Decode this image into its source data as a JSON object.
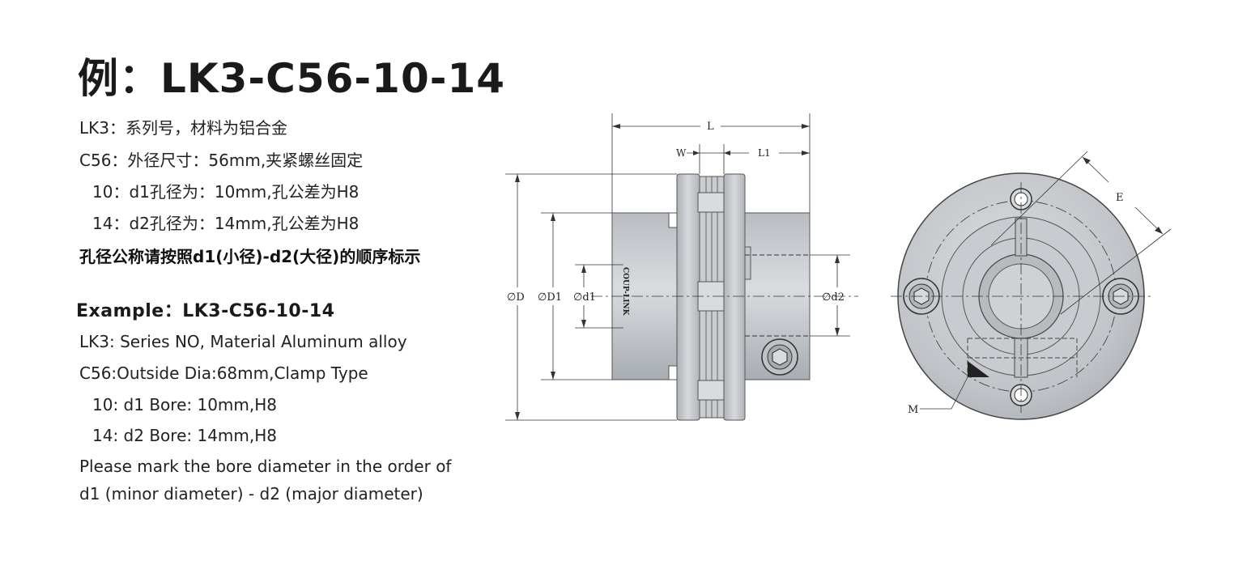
{
  "title": "例：LK3-C56-10-14",
  "cn_lines": [
    "LK3：系列号，材料为铝合金",
    "C56：外径尺寸：56mm,夹紧螺丝固定",
    "10：d1孔径为：10mm,孔公差为H8",
    "14：d2孔径为：14mm,孔公差为H8",
    "孔径公称请按照d1(小径)-d2(大径)的顺序标示"
  ],
  "example_heading": "Example：LK3-C56-10-14",
  "en_lines": [
    "LK3: Series NO, Material Aluminum alloy",
    "C56:Outside Dia:68mm,Clamp Type",
    "10: d1 Bore: 10mm,H8",
    "14: d2 Bore: 14mm,H8",
    "Please mark the bore diameter in the order of",
    "d1 (minor diameter) - d2 (major diameter)"
  ],
  "drawing": {
    "side": {
      "L": "L",
      "W": "W",
      "L1": "L1",
      "D": "∅D",
      "D1": "∅D1",
      "d1": "∅d1",
      "d2": "∅d2",
      "brand": "COUP-LINK"
    },
    "front": {
      "E": "E",
      "M": "M"
    }
  }
}
